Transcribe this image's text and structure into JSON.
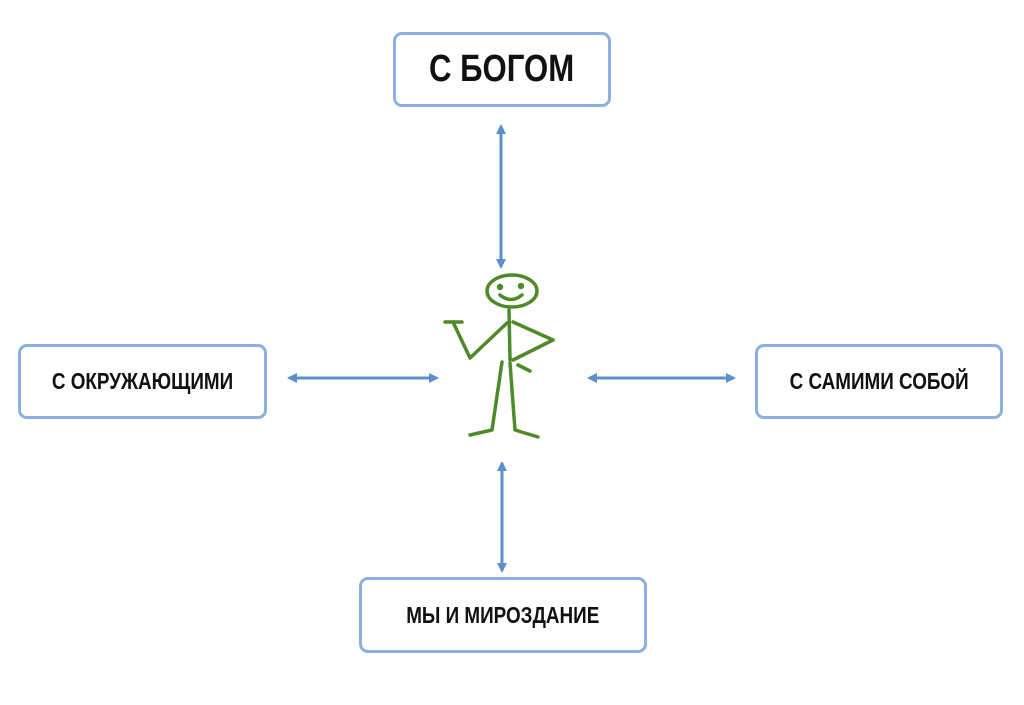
{
  "diagram": {
    "center": "stick-figure-person",
    "nodes": {
      "top": "С БОГОМ",
      "left": "С ОКРУЖАЮЩИМИ",
      "right": "С САМИМИ СОБОЙ",
      "bottom": "МЫ И МИРОЗДАНИЕ"
    },
    "colors": {
      "arrow": "#5b8fcb",
      "border": "#8bb0e0",
      "figure": "#4e8a2a"
    }
  }
}
